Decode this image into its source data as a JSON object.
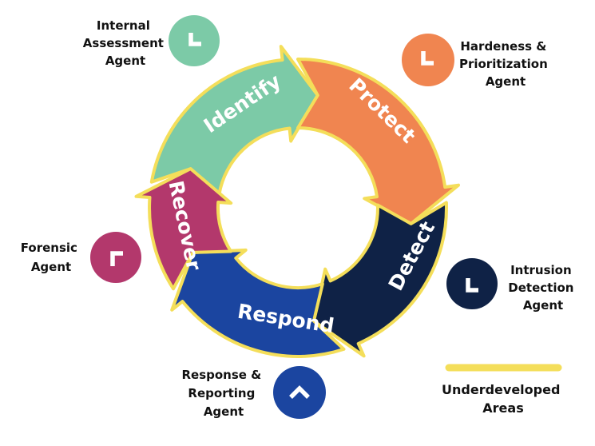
{
  "colors": {
    "border": "#f4de5a",
    "identify": "#7ccaa7",
    "protect": "#f08550",
    "detect": "#0f2246",
    "respond": "#1b45a0",
    "recover": "#b3386c",
    "legend_line": "#f4de5a"
  },
  "segments": [
    {
      "key": "identify",
      "label": "Identify"
    },
    {
      "key": "protect",
      "label": "Protect"
    },
    {
      "key": "detect",
      "label": "Detect"
    },
    {
      "key": "respond",
      "label": "Respond"
    },
    {
      "key": "recover",
      "label": "Recover"
    }
  ],
  "agents": {
    "internal": {
      "lines": [
        "Internal",
        "Assessment",
        "Agent"
      ],
      "icon": "chevron-icon",
      "segment": "identify"
    },
    "hardening": {
      "lines": [
        "Hardeness &",
        "Prioritization",
        "Agent"
      ],
      "icon": "chevron-icon",
      "segment": "protect"
    },
    "intrusion": {
      "lines": [
        "Intrusion",
        "Detection",
        "Agent"
      ],
      "icon": "chevron-icon",
      "segment": "detect"
    },
    "response": {
      "lines": [
        "Response &",
        "Reporting",
        "Agent"
      ],
      "icon": "chevron-up-icon",
      "segment": "respond"
    },
    "forensic": {
      "lines": [
        "Forensic",
        "Agent"
      ],
      "icon": "chevron-icon",
      "segment": "recover"
    }
  },
  "legend": {
    "lines": [
      "Underdeveloped",
      "Areas"
    ]
  }
}
